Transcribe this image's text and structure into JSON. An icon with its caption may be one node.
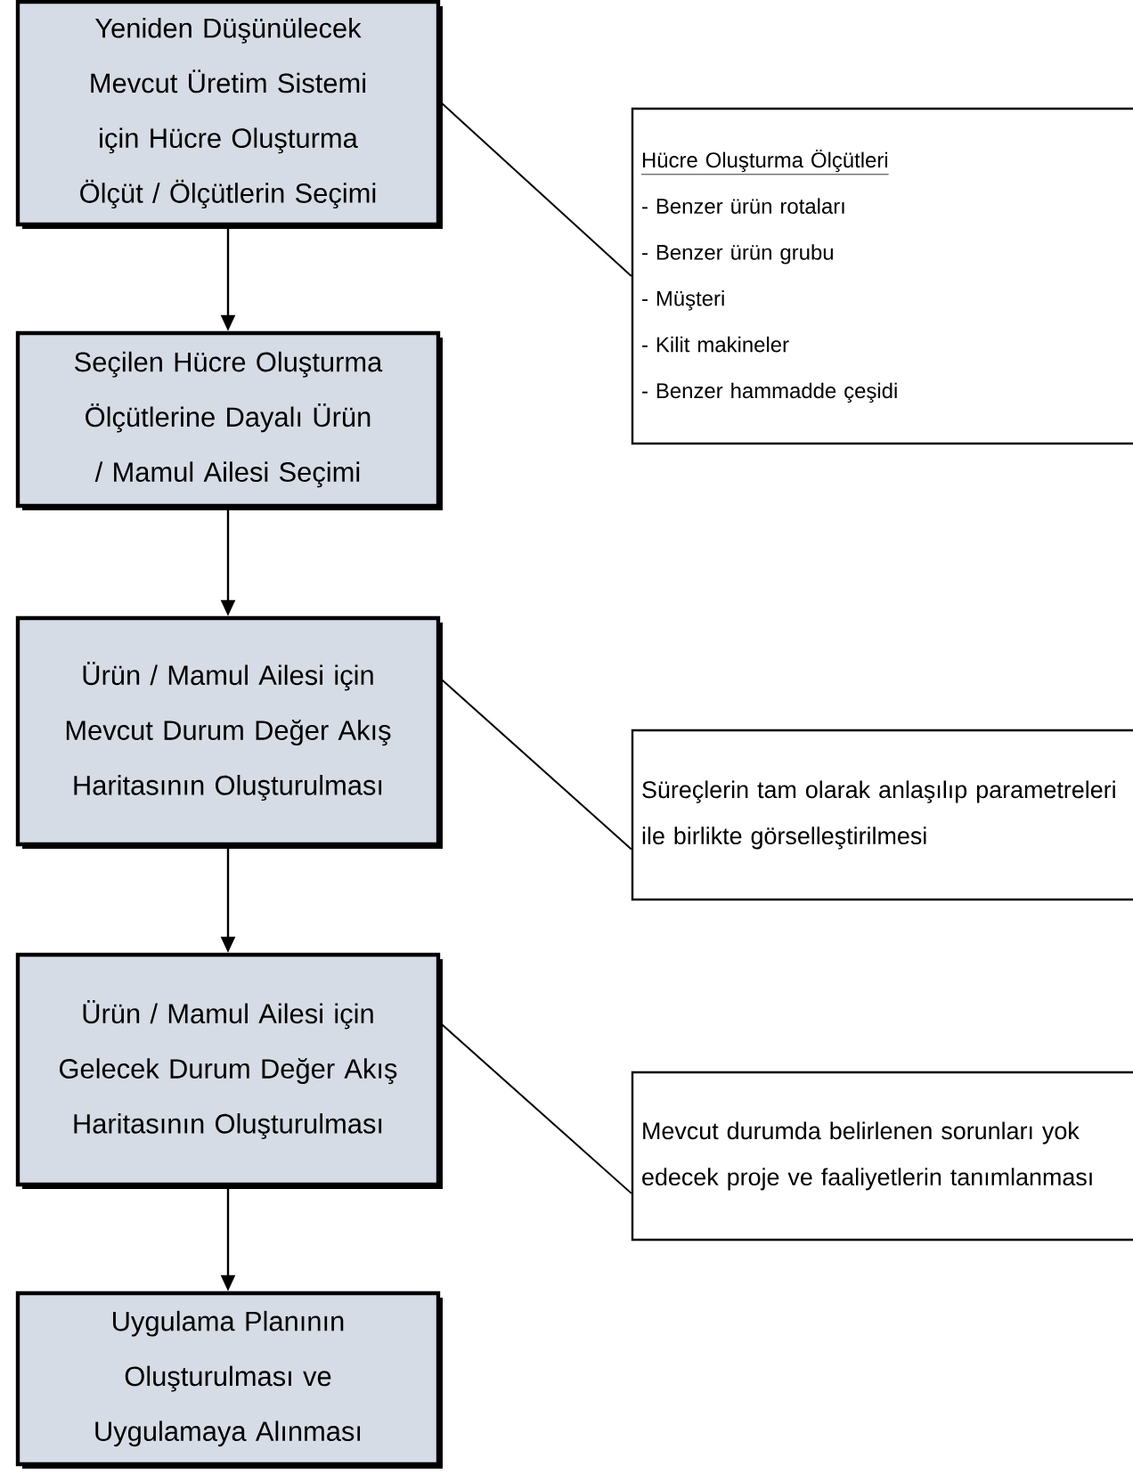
{
  "diagram": {
    "nodes": [
      {
        "text": [
          "Yeniden Düşünülecek Mevcut Üretim Sistemi için Hücre Oluşturma Ölçüt / Ölçütlerin Seçimi"
        ]
      },
      {
        "text": [
          "Seçilen Hücre Oluşturma Ölçütlerine Dayalı Ürün / Mamul Ailesi Seçimi"
        ]
      },
      {
        "text": [
          "Ürün / Mamul Ailesi için Mevcut Durum Değer Akış Haritasının Oluşturulması"
        ]
      },
      {
        "text": [
          "Ürün / Mamul Ailesi için Gelecek Durum Değer Akış Haritasının Oluşturulması"
        ]
      },
      {
        "text": [
          "Uygulama Planının Oluşturulması ve Uygulamaya Alınması"
        ]
      },
      {
        "text": [
          "Hücre Oluşturma Ölçütleri",
          "- Benzer ürün rotaları",
          "- Benzer ürün grubu",
          "- Müşteri",
          "- Kilit makineler",
          "- Benzer hammadde çeşidi"
        ]
      },
      {
        "text": [
          "Süreçlerin tam olarak anlaşılıp parametreleri ile birlikte görselleştirilmesi"
        ]
      },
      {
        "text": [
          "Mevcut durumda belirlenen sorunları yok edecek proje ve faaliyetlerin tanımlanması"
        ]
      }
    ],
    "edges": [
      {
        "from": 0,
        "to": 1,
        "arrow": "to"
      },
      {
        "from": 1,
        "to": 2,
        "arrow": "to"
      },
      {
        "from": 2,
        "to": 3,
        "arrow": "to"
      },
      {
        "from": 3,
        "to": 4,
        "arrow": "to"
      },
      {
        "from": 0,
        "to": 5,
        "arrow": "none"
      },
      {
        "from": 2,
        "to": 6,
        "arrow": "none"
      },
      {
        "from": 3,
        "to": 7,
        "arrow": "none"
      }
    ]
  }
}
